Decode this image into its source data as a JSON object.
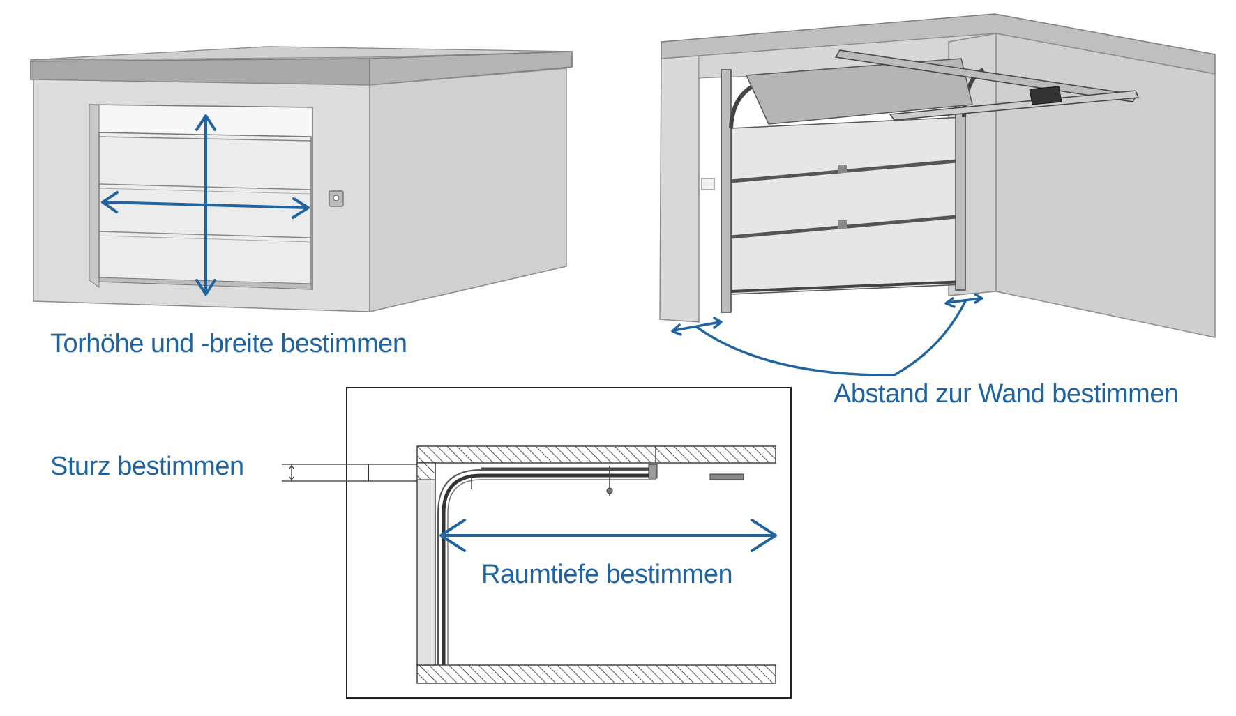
{
  "labels": {
    "door_size": "Torhöhe und -breite bestimmen",
    "wall_distance": "Abstand zur Wand bestimmen",
    "lintel": "Sturz bestimmen",
    "room_depth": "Raumtiefe bestimmen"
  },
  "colors": {
    "accent": "#1f63a0",
    "wall": "#d9d9d9",
    "wall_dark": "#c7c7c7",
    "roof": "#b9b9b9",
    "outline": "#8c8c8c",
    "frame": "#222222"
  }
}
